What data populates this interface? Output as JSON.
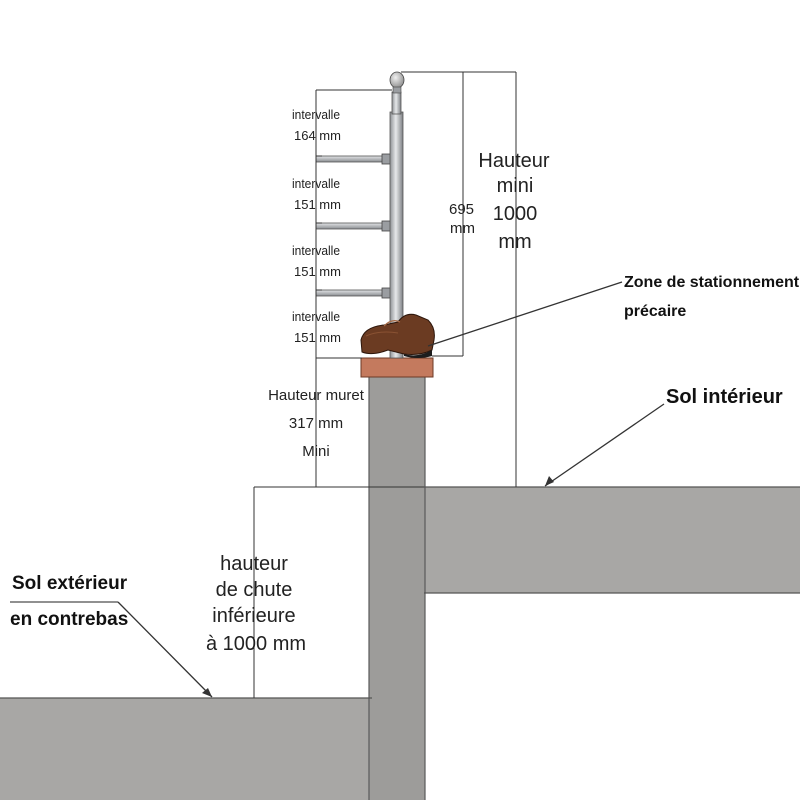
{
  "labels": {
    "interval_word": "intervalle",
    "interval_1": "164 mm",
    "interval_2": "151 mm",
    "interval_3": "151 mm",
    "interval_4": "151 mm",
    "dim_695_line1": "695",
    "dim_695_line2": "mm",
    "hauteur_l1": "Hauteur",
    "hauteur_l2": "mini",
    "hauteur_l3": "1000",
    "hauteur_l4": "mm",
    "zone_l1": "Zone de stationnement",
    "zone_l2": "précaire",
    "muret_l1": "Hauteur muret",
    "muret_l2": "317 mm",
    "muret_l3": "Mini",
    "sol_interieur": "Sol intérieur",
    "chute_l1": "hauteur",
    "chute_l2": "de chute",
    "chute_l3": "inférieure",
    "chute_l4": "à 1000 mm",
    "sol_ext_l1": "Sol extérieur",
    "sol_ext_l2": "en contrebas"
  },
  "colors": {
    "concrete": "#a8a7a5",
    "concrete_dark": "#9c9b99",
    "post": "#b9bcc0",
    "cap": "#c47a5e",
    "shoe": "#6b3b22",
    "line": "#333333"
  }
}
